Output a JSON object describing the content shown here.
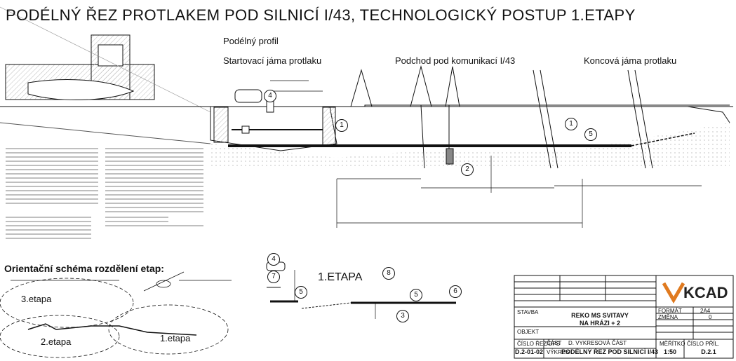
{
  "title": "PODÉLNÝ ŘEZ PROTLAKEM POD SILNICÍ I/43, TECHNOLOGICKÝ POSTUP 1.ETAPY",
  "profile": {
    "heading": "Podélný profil",
    "start_pit": "Startovací jáma protlaku",
    "underpass": "Podchod pod komunikací I/43",
    "end_pit": "Koncová jáma protlaku"
  },
  "markers": [
    "1",
    "2",
    "4",
    "5"
  ],
  "orientation": {
    "heading": "Orientační schéma rozdělení etap:",
    "etapa3": "3.etapa",
    "etapa2": "2.etapa",
    "etapa1": "1.etapa"
  },
  "stage_detail": {
    "label": "1.ETAPA",
    "markers": [
      "3",
      "4",
      "5",
      "5",
      "6",
      "7",
      "8"
    ]
  },
  "title_block": {
    "project": "REKO MS SVITAVY",
    "project_line2": "NA HRÁZI + 2",
    "drawing_title": "PODÉLNÝ ŘEZ POD SILNICÍ I/43",
    "part": "D. VYKRESOVÁ ČÁST",
    "cislo_label": "ČÍSLO ŘEZ/DPS",
    "cislo_value": "D.2-01-02",
    "scale_label": "MĚŘÍTKO",
    "scale_value": "1:50",
    "sheet_label": "ČÍSLO PŘÍL.",
    "sheet_value": "D.2.1",
    "format_label": "FORMÁT",
    "format_value": "2A4",
    "zmena_label": "ZMĚNA",
    "zmena_value": "0",
    "logo": "VKCAD",
    "stavba_label": "STAVBA",
    "objekt_label": "OBJEKT",
    "cast_label": "ČÁST",
    "vykres_label": "VÝKRES"
  },
  "colors": {
    "line": "#111111",
    "hatch": "#cfcfcf",
    "logo_orange": "#e07a1f"
  }
}
